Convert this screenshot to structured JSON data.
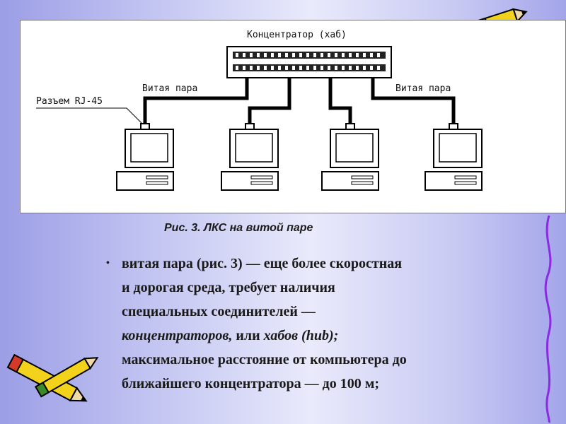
{
  "diagram": {
    "hub_label": "Концентратор (хаб)",
    "twisted_pair_left": "Витая пара",
    "twisted_pair_right": "Витая пара",
    "connector_label": "Разъем RJ-45",
    "computers": [
      "computer-1",
      "computer-2",
      "computer-3",
      "computer-4"
    ]
  },
  "caption": "Рис. 3. ЛКС на витой паре",
  "body": {
    "bullet": "•",
    "line1": "витая пара (рис. 3) — еще более скоростная",
    "line2": "и дорогая среда, требует наличия",
    "line3": "специальных соединителей —",
    "line4_italic": "концентраторов,",
    "line4_mid": " или ",
    "line4_italic2": "хабов (hub);",
    "line5": "максимальное расстояние от компьютера до",
    "line6": "ближайшего концентратора — до 100 м;"
  },
  "colors": {
    "background_left": "#9c9ee6",
    "background_center": "#e9eafb",
    "text": "#1a1a1a",
    "pencil_yellow": "#f2d21b",
    "pencil_red": "#d43a2a",
    "squiggle": "#8a2be2"
  }
}
